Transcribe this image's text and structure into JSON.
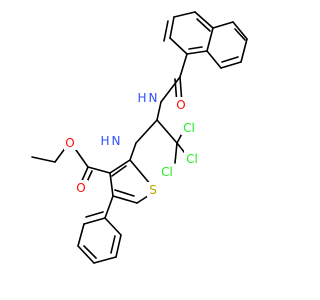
{
  "molecule": {
    "atoms": {
      "o_ketone": {
        "text": "O",
        "color": "#ff0d0d"
      },
      "n_amide": {
        "text": "N",
        "color": "#3050f8"
      },
      "h_amide": {
        "text": "H",
        "color": "#3050f8"
      },
      "cl_1": {
        "text": "Cl",
        "color": "#1ff01f"
      },
      "cl_2": {
        "text": "Cl",
        "color": "#1ff01f"
      },
      "cl_3": {
        "text": "Cl",
        "color": "#1ff01f"
      },
      "n_amine": {
        "text": "N",
        "color": "#3050f8"
      },
      "h_amine": {
        "text": "H",
        "color": "#3050f8"
      },
      "o_ester_carbonyl": {
        "text": "O",
        "color": "#ff0d0d"
      },
      "o_ester": {
        "text": "O",
        "color": "#ff0d0d"
      },
      "s_ring": {
        "text": "S",
        "color": "#b8a800"
      }
    }
  }
}
